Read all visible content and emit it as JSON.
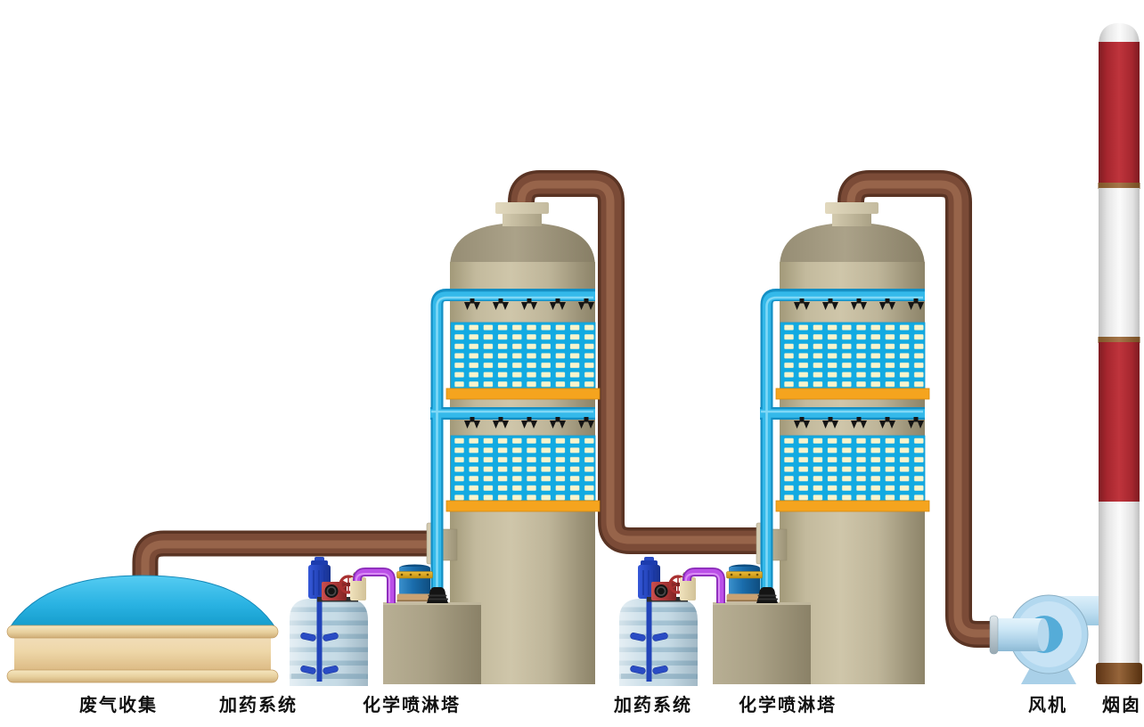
{
  "diagram": {
    "kind": "waste-gas-treatment-process-flow",
    "flow_order": [
      "废气收集",
      "加药系统",
      "化学喷淋塔",
      "加药系统",
      "化学喷淋塔",
      "风机",
      "烟囱"
    ]
  },
  "labels": [
    {
      "id": "waste-gas-collection",
      "text": "废气收集"
    },
    {
      "id": "dosing-system-1",
      "text": "加药系统"
    },
    {
      "id": "spray-tower-1",
      "text": "化学喷淋塔"
    },
    {
      "id": "dosing-system-2",
      "text": "加药系统"
    },
    {
      "id": "spray-tower-2",
      "text": "化学喷淋塔"
    },
    {
      "id": "fan",
      "text": "风机"
    },
    {
      "id": "chimney",
      "text": "烟囱"
    }
  ],
  "structure": {
    "spray_towers": 2,
    "packing_layers_per_tower": 2,
    "spray_headers_per_tower": 2,
    "nozzles_per_header": 5,
    "dosing_systems": 2
  },
  "colors": {
    "pipe_brown": "#7b4b37",
    "pipe_cyan": "#34b9ea",
    "pipe_purple": "#bb4fe8",
    "packing_support_orange": "#f5a41e",
    "packing_cell_cream": "#f8f4cc",
    "tower_body_tan": "#cfc6aa",
    "chimney_red": "#bf343c",
    "chimney_white": "#fbfbfb",
    "collection_dome_blue": "#29b2e2",
    "collection_body_cream": "#eed7a8",
    "dosing_tank_blue": "#c7dce7",
    "agitator_blue": "#2a4cc4",
    "dosing_pump_red": "#a93636",
    "circulation_pump_blue": "#1a6cab",
    "fan_housing_blue": "#b2d8ef",
    "nozzle_black": "#141414"
  }
}
